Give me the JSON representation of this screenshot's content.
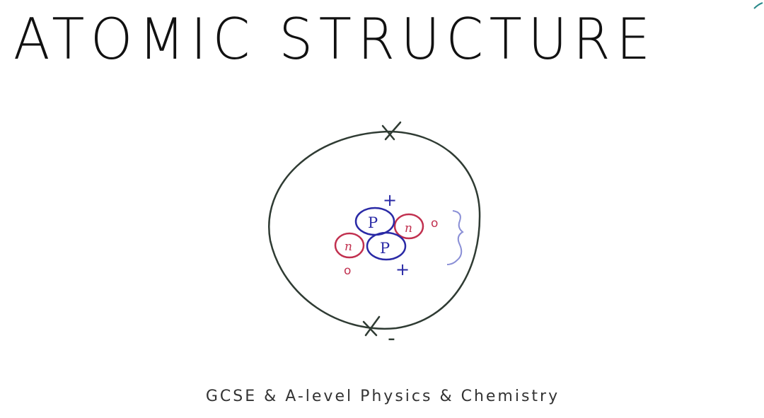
{
  "title": "ATOMIC STRUCTURE",
  "subtitle": "GCSE & A-level Physics & Chemistry",
  "diagram": {
    "proton_label": "P",
    "neutron_label": "n",
    "proton_charge": "+",
    "neutron_charge": "o",
    "electron_charge": "-"
  },
  "colors": {
    "orbit": "#2f3b33",
    "proton": "#2a2aa6",
    "neutron": "#c1304f",
    "bracket": "#8a8fd6"
  }
}
